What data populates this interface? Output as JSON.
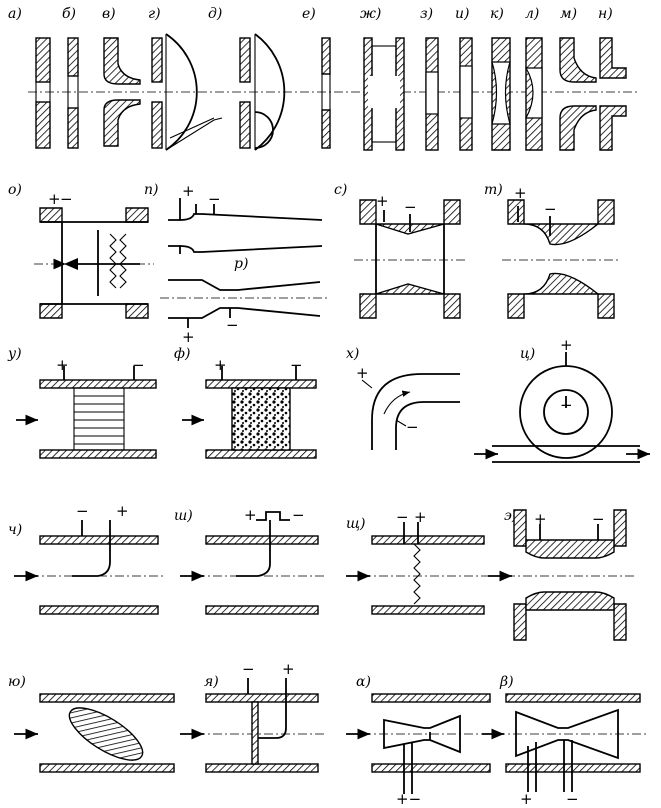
{
  "labels": {
    "a": "а)",
    "b": "б)",
    "v": "в)",
    "g": "г)",
    "d": "д)",
    "e": "е)",
    "zh": "ж)",
    "z": "з)",
    "i": "и)",
    "k": "к)",
    "l": "л)",
    "m": "м)",
    "n": "н)",
    "o": "о)",
    "p": "п)",
    "r": "р)",
    "s": "с)",
    "t": "т)",
    "u": "у)",
    "f": "ф)",
    "h": "х)",
    "ts": "ц)",
    "ch": "ч)",
    "sh": "ш)",
    "shch": "щ)",
    "ee": "э)",
    "yu": "ю)",
    "ya": "я)",
    "alpha": "α)",
    "beta": "β)"
  },
  "signs": {
    "plus": "+",
    "minus": "−",
    "plusminus": "+−"
  },
  "colors": {
    "ink": "#000000",
    "paper": "#ffffff"
  }
}
